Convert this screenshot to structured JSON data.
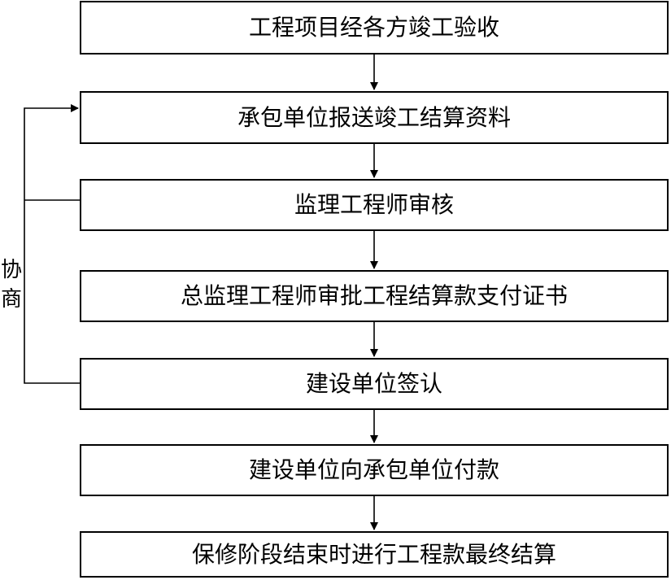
{
  "steps": [
    "工程项目经各方竣工验收",
    "承包单位报送竣工结算资料",
    "监理工程师审核",
    "总监理工程师审批工程结算款支付证书",
    "建设单位签认",
    "建设单位向承包单位付款",
    "保修阶段结束时进行工程款最终结算"
  ],
  "feedback_label": "协商"
}
